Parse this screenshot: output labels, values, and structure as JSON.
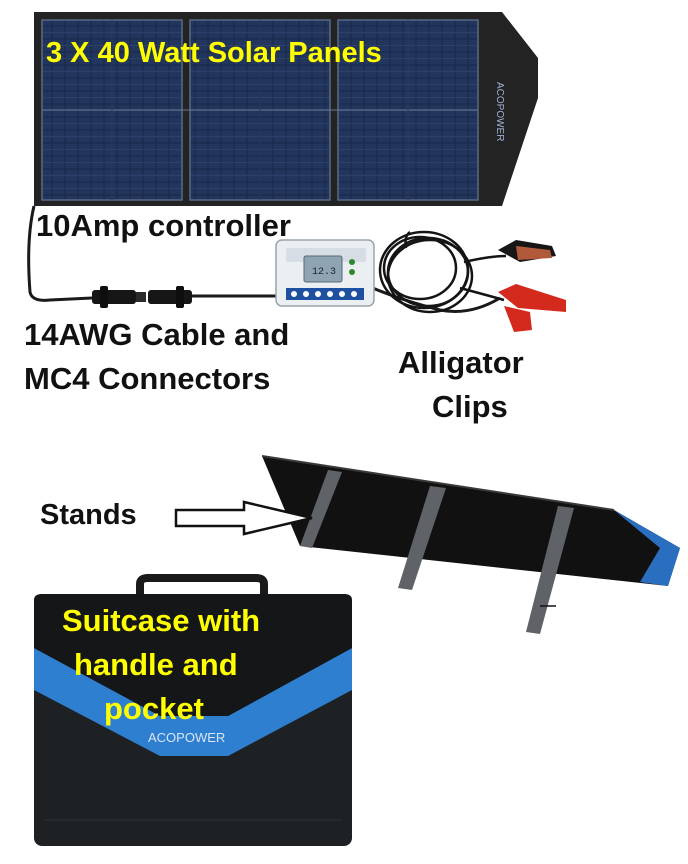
{
  "labels": {
    "panels": "3 X 40 Watt Solar Panels",
    "controller": "10Amp controller",
    "cable_line1": "14AWG Cable and",
    "cable_line2": "MC4 Connectors",
    "clips_line1": "Alligator",
    "clips_line2": "Clips",
    "stands": "Stands",
    "suitcase_line1": "Suitcase with",
    "suitcase_line2": "handle and",
    "suitcase_line3": "pocket"
  },
  "brand": {
    "panel_logo": "ACOPOWER",
    "bag_logo": "ACOPOWER"
  },
  "controller_display": "12.3",
  "colors": {
    "panel_cell": "#1b2a4a",
    "panel_frame": "#202020",
    "bag_blue": "#2f7fd0",
    "label_yellow": "#ffff00",
    "clip_red": "#d42a1e"
  }
}
